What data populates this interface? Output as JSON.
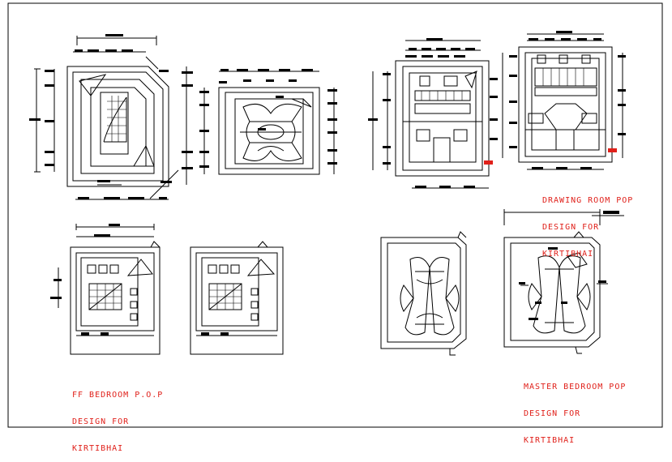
{
  "labels": {
    "drawing_room": [
      "DRAWING ROOM POP",
      "DESIGN FOR",
      "KIRTIBHAI"
    ],
    "ff_bedroom": [
      "FF BEDROOM P.O.P",
      "DESIGN FOR",
      "KIRTIBHAI"
    ],
    "master_bedroom": [
      "MASTER BEDROOM POP",
      "DESIGN FOR",
      "KIRTIBHAI"
    ]
  },
  "colors": {
    "line": "#000000",
    "accent": "#e0201a",
    "background": "#ffffff"
  }
}
